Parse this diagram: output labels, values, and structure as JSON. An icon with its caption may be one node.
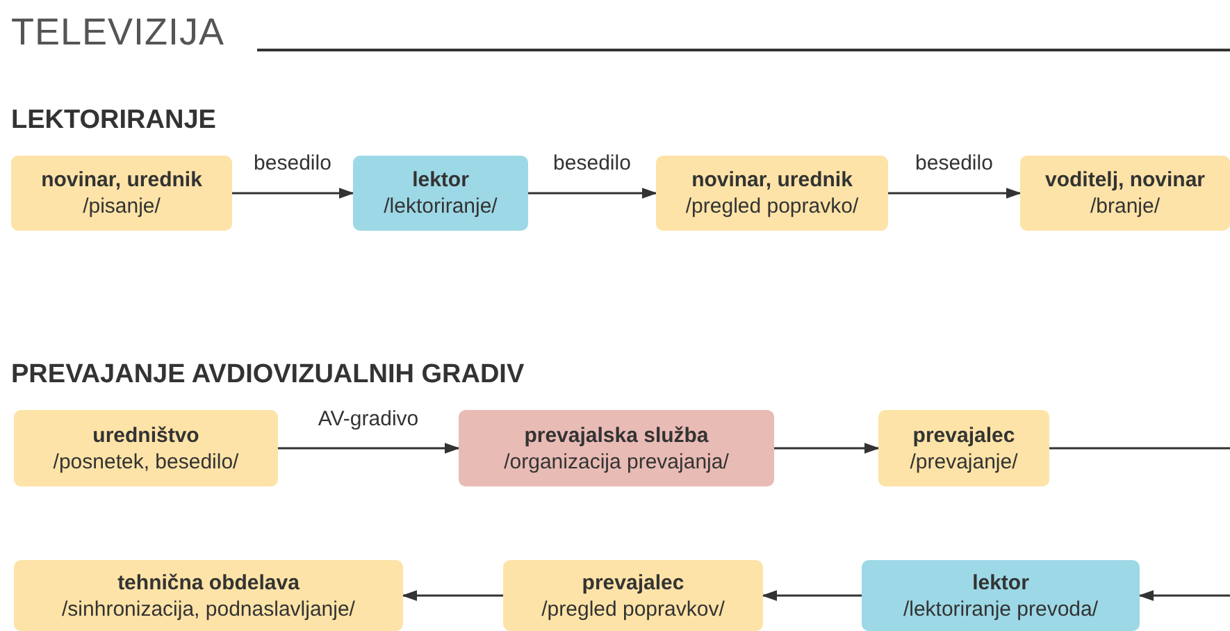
{
  "diagram": {
    "title": "TELEVIZIJA",
    "nodes": [
      {
        "text": [
          "novinar, urednik",
          "/pisanje/"
        ]
      },
      {
        "text": [
          "lektor",
          "/lektoriranje/"
        ]
      },
      {
        "text": [
          "novinar, urednik",
          "/pregled popravko/"
        ]
      },
      {
        "text": [
          "voditelj, novinar",
          "/branje/"
        ]
      },
      {
        "text": [
          "uredništvo",
          "/posnetek, besedilo/"
        ]
      },
      {
        "text": [
          "prevajalska služba",
          "/organizacija prevajanja/"
        ]
      },
      {
        "text": [
          "prevajalec",
          "/prevajanje/"
        ]
      },
      {
        "text": [
          "tehnična obdelava",
          "/sinhronizacija, podnaslavljanje/"
        ]
      },
      {
        "text": [
          "prevajalec",
          "/pregled popravkov/"
        ]
      },
      {
        "text": [
          "lektor",
          "/lektoriranje prevoda/"
        ]
      }
    ],
    "edges": [
      {
        "from": 0,
        "to": 1,
        "arrow": "to",
        "label": "besedilo"
      },
      {
        "from": 1,
        "to": 2,
        "arrow": "to",
        "label": "besedilo"
      },
      {
        "from": 2,
        "to": 3,
        "arrow": "to",
        "label": "besedilo"
      },
      {
        "from": 4,
        "to": 5,
        "arrow": "to",
        "label": "AV-gradivo"
      },
      {
        "from": 5,
        "to": 6,
        "arrow": "to"
      },
      {
        "from": 6,
        "to": null,
        "arrow": "none"
      },
      {
        "from": null,
        "to": 9,
        "arrow": "to"
      },
      {
        "from": 9,
        "to": 8,
        "arrow": "to"
      },
      {
        "from": 8,
        "to": 7,
        "arrow": "to"
      }
    ],
    "labels": [
      "LEKTORIRANJE",
      "PREVAJANJE AVDIOVIZUALNIH GRADIV"
    ]
  }
}
